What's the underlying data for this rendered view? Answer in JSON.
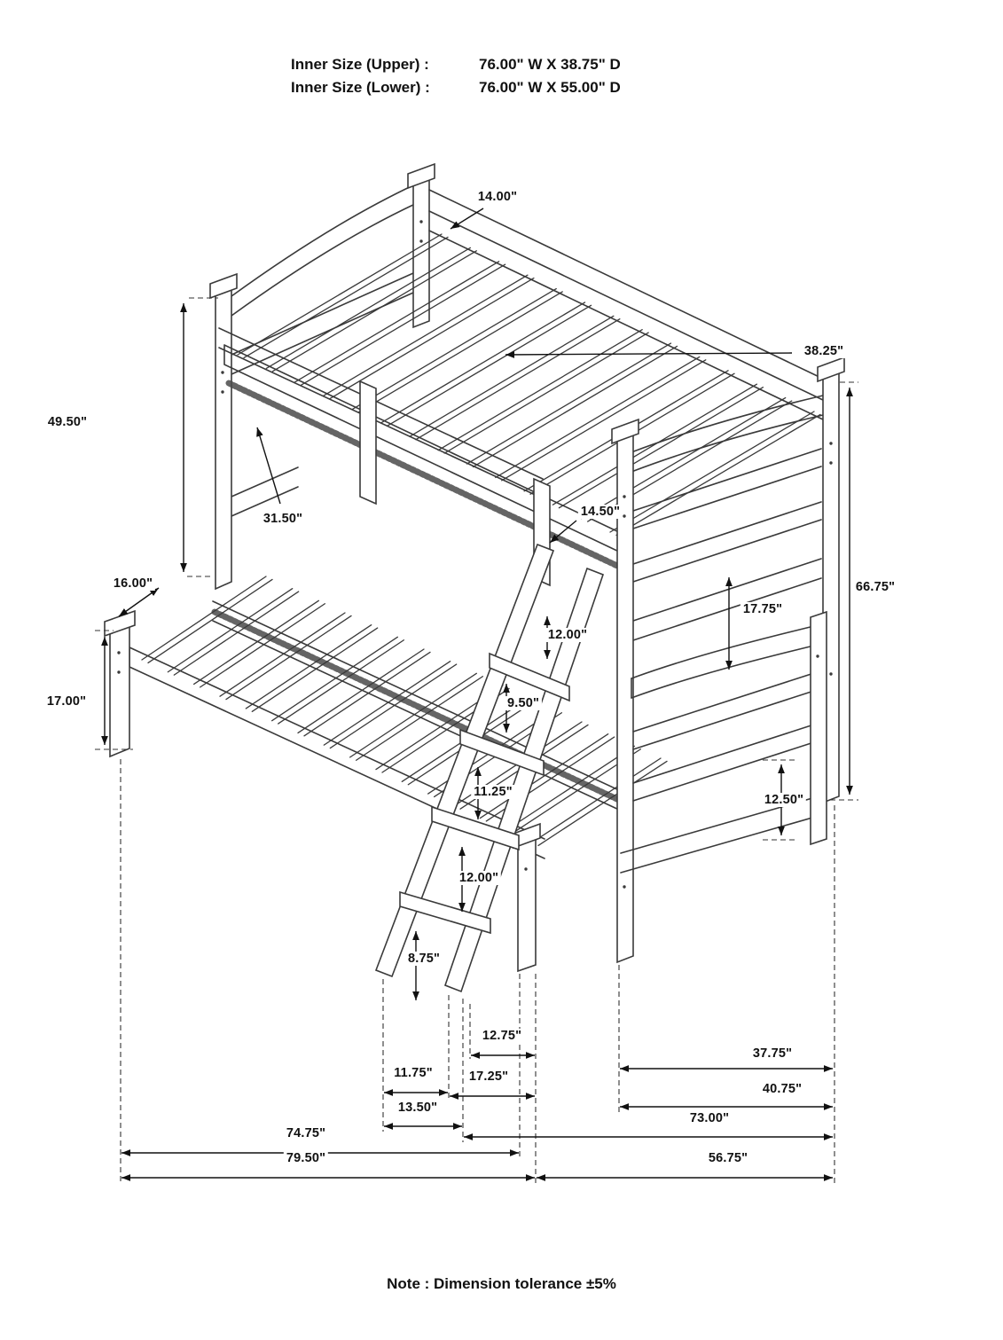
{
  "header": {
    "rows": [
      {
        "label": "Inner Size (Upper) :",
        "value": "76.00\" W X 38.75\" D"
      },
      {
        "label": "Inner Size (Lower) :",
        "value": "76.00\" W X 55.00\" D"
      }
    ]
  },
  "dims": {
    "top_rail_spacing": "14.00\"",
    "upper_inner_depth": "38.25\"",
    "upper_section_height": "49.50\"",
    "guardrail_height": "31.50\"",
    "rail_height": "14.50\"",
    "front_extension": "16.00\"",
    "overall_height": "66.75\"",
    "bunk_clearance": "17.75\"",
    "ladder_step_1": "12.00\"",
    "leg_height": "17.00\"",
    "ladder_step_2": "9.50\"",
    "ladder_step_3": "11.25\"",
    "footboard_clearance": "12.50\"",
    "ladder_step_4": "12.00\"",
    "ladder_foot_height": "8.75\"",
    "step_offset": "12.75\"",
    "right_span_a": "37.75\"",
    "ladder_offset_a": "11.75\"",
    "ladder_offset_b": "17.25\"",
    "right_span_b": "40.75\"",
    "ladder_base_width": "13.50\"",
    "lower_frame_span": "73.00\"",
    "lower_length": "74.75\"",
    "overall_length": "79.50\"",
    "right_side_span": "56.75\"",
    "note": "Note : Dimension tolerance ±5%"
  }
}
